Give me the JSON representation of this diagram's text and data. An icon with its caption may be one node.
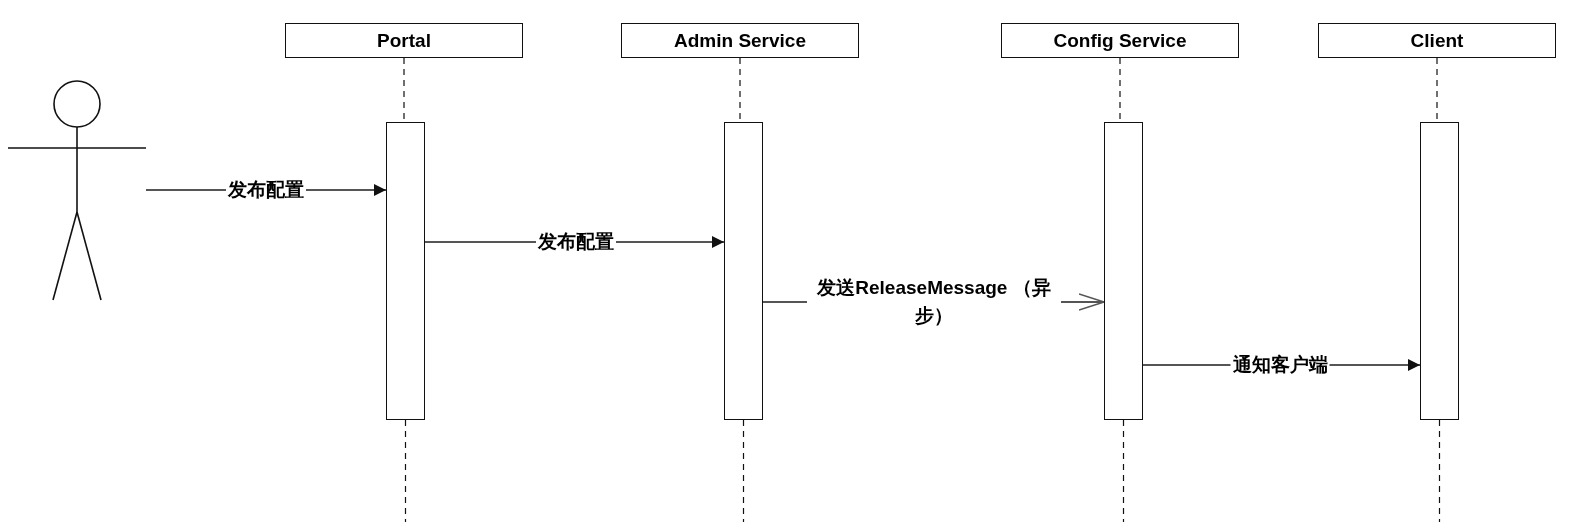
{
  "diagram": {
    "nodes": [
      {
        "text": [],
        "shape": "person"
      },
      {
        "text": [
          "Portal"
        ]
      },
      {
        "text": [
          "Admin Service"
        ]
      },
      {
        "text": [
          "Config Service"
        ]
      },
      {
        "text": [
          "Client"
        ]
      },
      {
        "text": [],
        "shape": "bar"
      },
      {
        "text": [],
        "shape": "bar"
      },
      {
        "text": [],
        "shape": "bar"
      },
      {
        "text": [],
        "shape": "bar"
      }
    ],
    "edges": [
      {
        "from": 0,
        "to": 5,
        "arrow": "to",
        "label": "发布配置"
      },
      {
        "from": 5,
        "to": 6,
        "arrow": "to",
        "label": "发布配置"
      },
      {
        "from": 6,
        "to": 7,
        "arrow": "to",
        "label": "发送ReleaseMessage （异步）"
      },
      {
        "from": 7,
        "to": 8,
        "arrow": "to",
        "label": "通知客户端"
      },
      {
        "from": 1,
        "to": 5,
        "arrow": "none",
        "style": "dashed"
      },
      {
        "from": 2,
        "to": 6,
        "arrow": "none",
        "style": "dashed"
      },
      {
        "from": 3,
        "to": 7,
        "arrow": "none",
        "style": "dashed"
      },
      {
        "from": 4,
        "to": 8,
        "arrow": "none",
        "style": "dashed"
      },
      {
        "from": 5,
        "to": null,
        "arrow": "none",
        "style": "dashed"
      },
      {
        "from": 6,
        "to": null,
        "arrow": "none",
        "style": "dashed"
      },
      {
        "from": 7,
        "to": null,
        "arrow": "none",
        "style": "dashed"
      },
      {
        "from": 8,
        "to": null,
        "arrow": "none",
        "style": "dashed"
      }
    ]
  }
}
